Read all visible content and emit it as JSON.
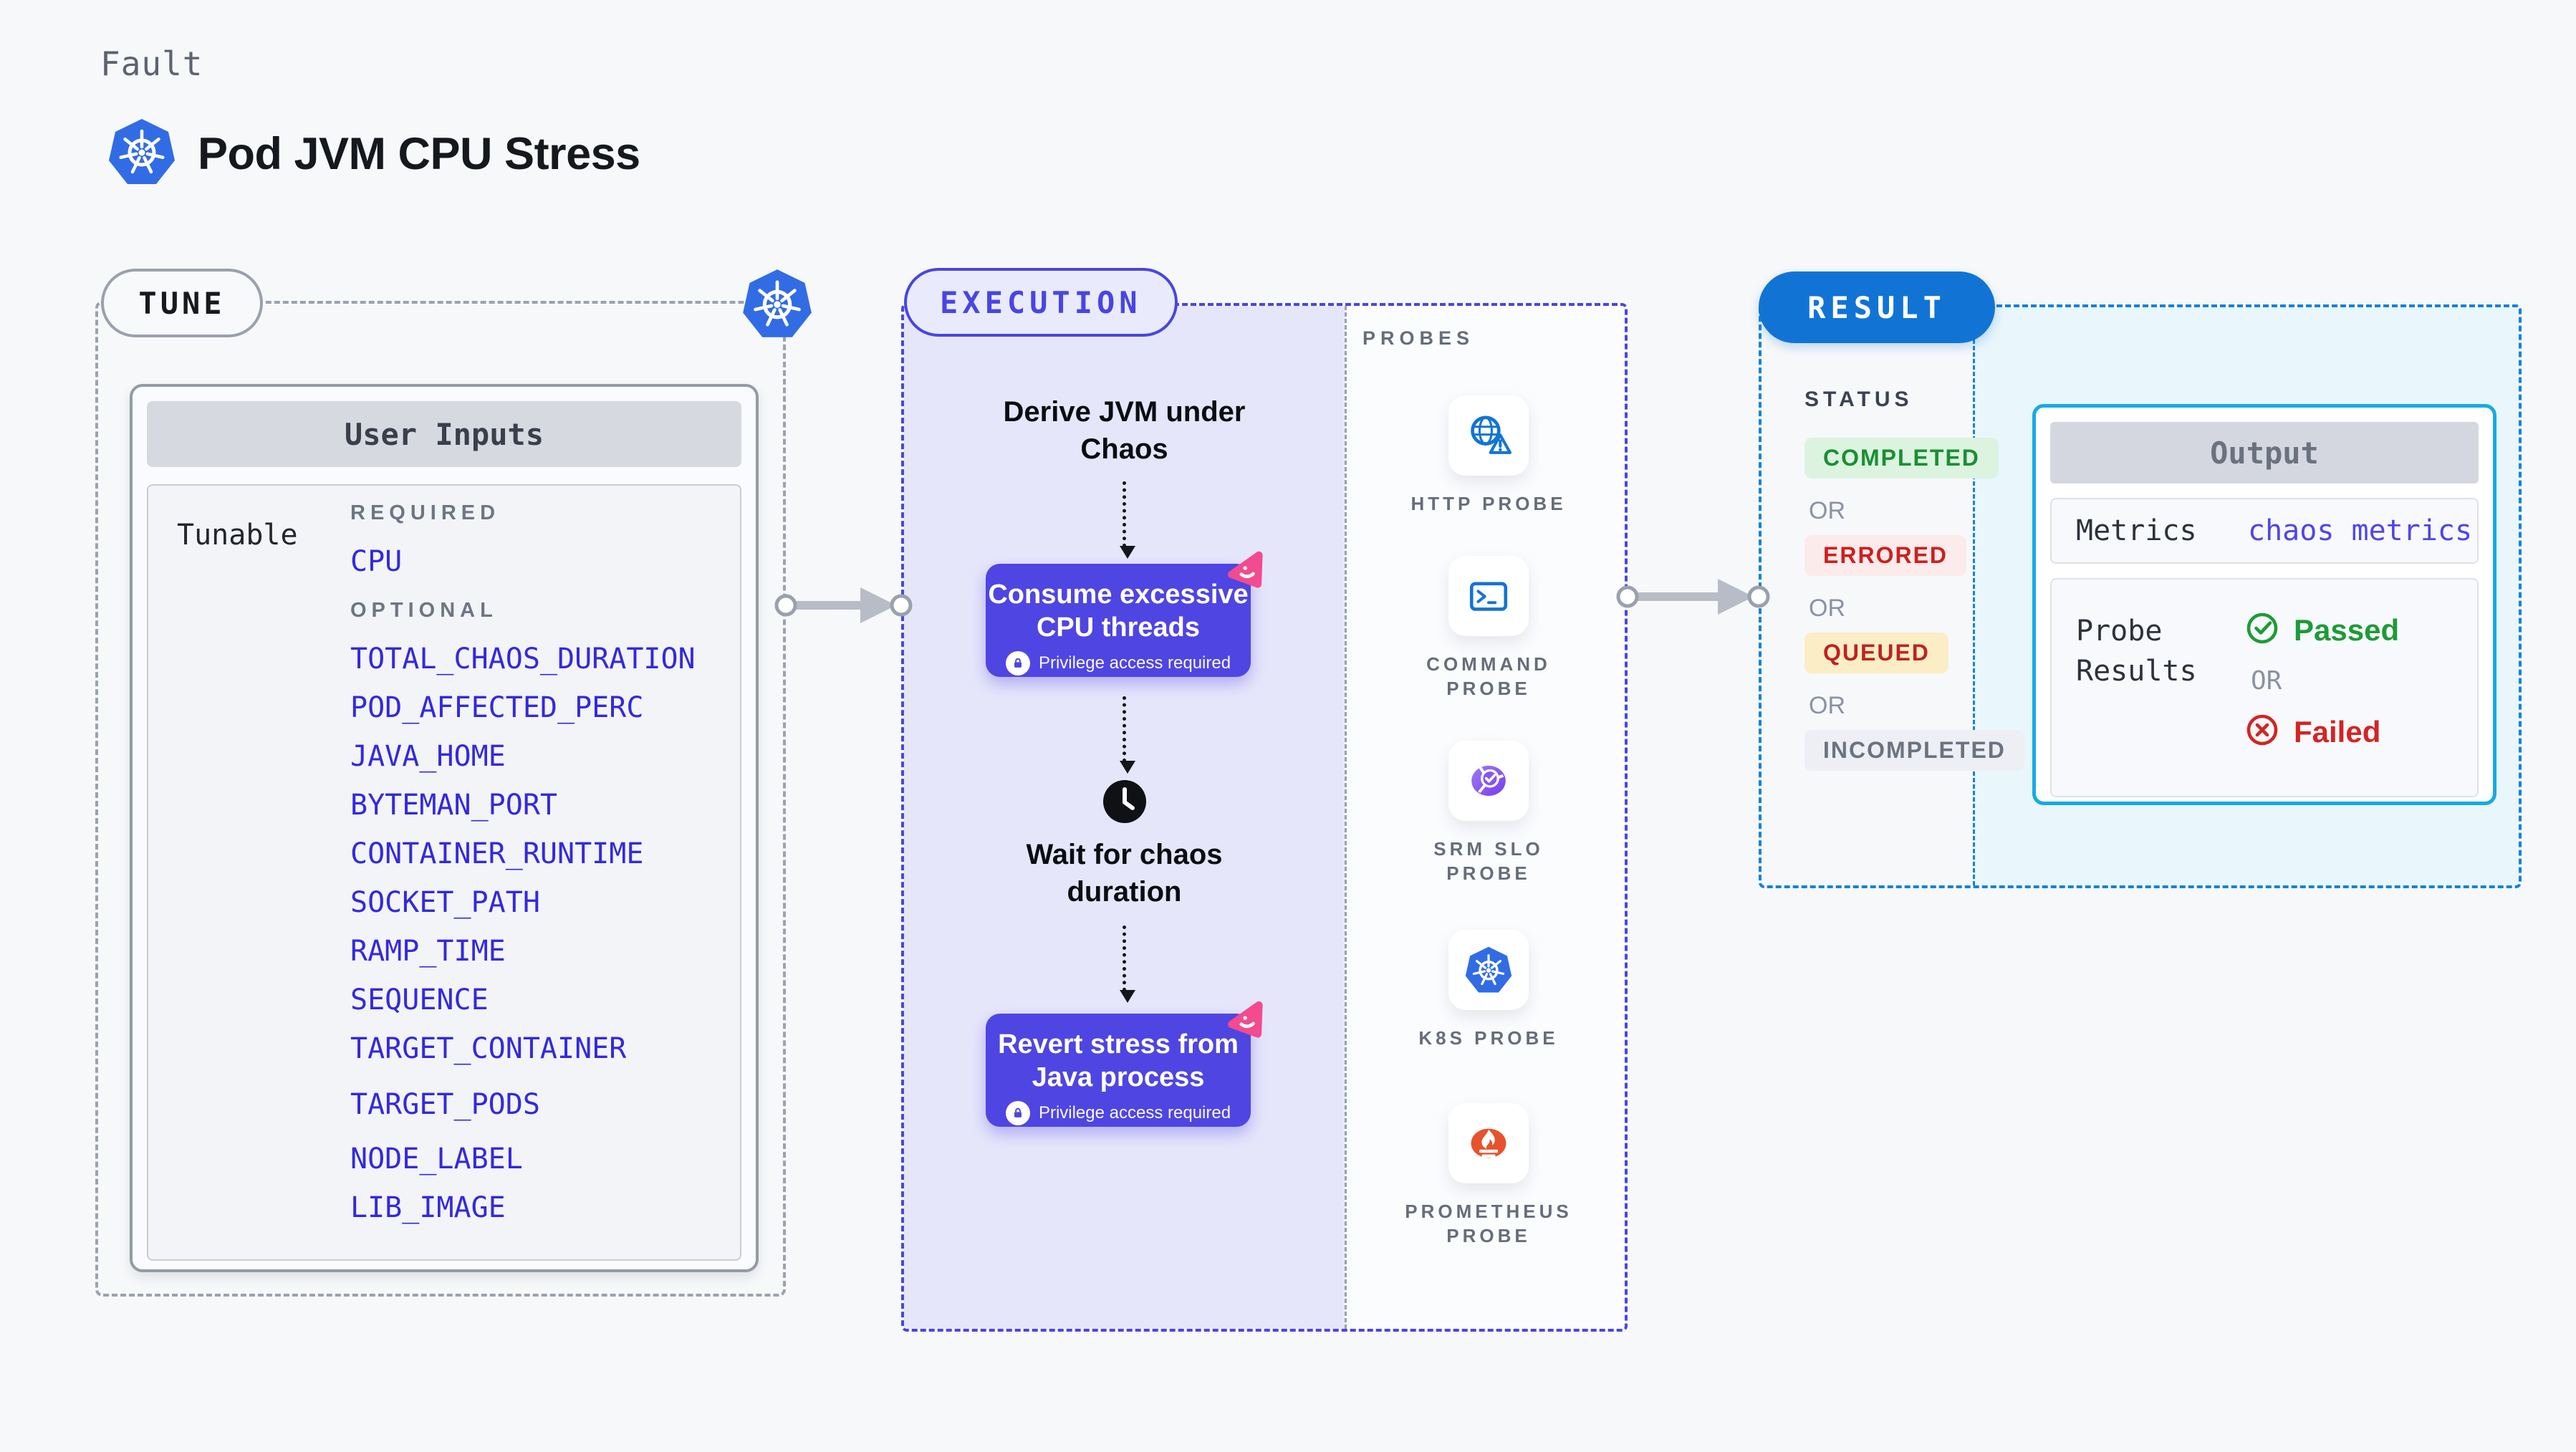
{
  "header": {
    "eyebrow": "Fault",
    "title": "Pod JVM CPU Stress"
  },
  "tune": {
    "badge": "TUNE",
    "card_title": "User Inputs",
    "row_label": "Tunable",
    "required_label": "REQUIRED",
    "optional_label": "OPTIONAL",
    "required_items": [
      "CPU"
    ],
    "optional_items": [
      "TOTAL_CHAOS_DURATION",
      "POD_AFFECTED_PERC",
      "JAVA_HOME",
      "BYTEMAN_PORT",
      "CONTAINER_RUNTIME",
      "SOCKET_PATH",
      "RAMP_TIME",
      "SEQUENCE",
      "TARGET_CONTAINER",
      "TARGET_PODS",
      "NODE_LABEL",
      "LIB_IMAGE"
    ]
  },
  "execution": {
    "badge": "EXECUTION",
    "step1": "Derive JVM under Chaos",
    "card1": "Consume excessive CPU threads",
    "card1_note": "Privilege access required",
    "wait_step": "Wait for chaos duration",
    "card2": "Revert stress from Java process",
    "card2_note": "Privilege access required"
  },
  "probes": {
    "label": "PROBES",
    "items": [
      {
        "name": "HTTP PROBE",
        "icon": "globe-alert-icon"
      },
      {
        "name": "COMMAND PROBE",
        "icon": "terminal-icon"
      },
      {
        "name": "SRM SLO PROBE",
        "icon": "slo-check-icon"
      },
      {
        "name": "K8S PROBE",
        "icon": "kubernetes-icon"
      },
      {
        "name": "PROMETHEUS PROBE",
        "icon": "prometheus-icon"
      }
    ]
  },
  "result": {
    "badge": "RESULT",
    "status_label": "STATUS",
    "or": "OR",
    "statuses": [
      {
        "label": "COMPLETED",
        "kind": "completed"
      },
      {
        "label": "ERRORED",
        "kind": "errored"
      },
      {
        "label": "QUEUED",
        "kind": "queued"
      },
      {
        "label": "INCOMPLETED",
        "kind": "incompleted"
      }
    ],
    "output": {
      "title": "Output",
      "metrics_label": "Metrics",
      "metrics_value": "chaos metrics",
      "probe_results_label": "Probe Results",
      "passed": "Passed",
      "or": "OR",
      "failed": "Failed"
    }
  },
  "colors": {
    "kubernetes_blue": "#326ce5",
    "indigo_accent": "#4945e2",
    "litmus_pink": "#f24b8f",
    "result_blue": "#1174d5",
    "output_cyan": "#16aae6",
    "passed_green": "#1d9b38",
    "failed_red": "#d32424",
    "probe_blue": "#1374d4",
    "prometheus_orange": "#e6522c",
    "srm_purple": "#8756ee"
  }
}
